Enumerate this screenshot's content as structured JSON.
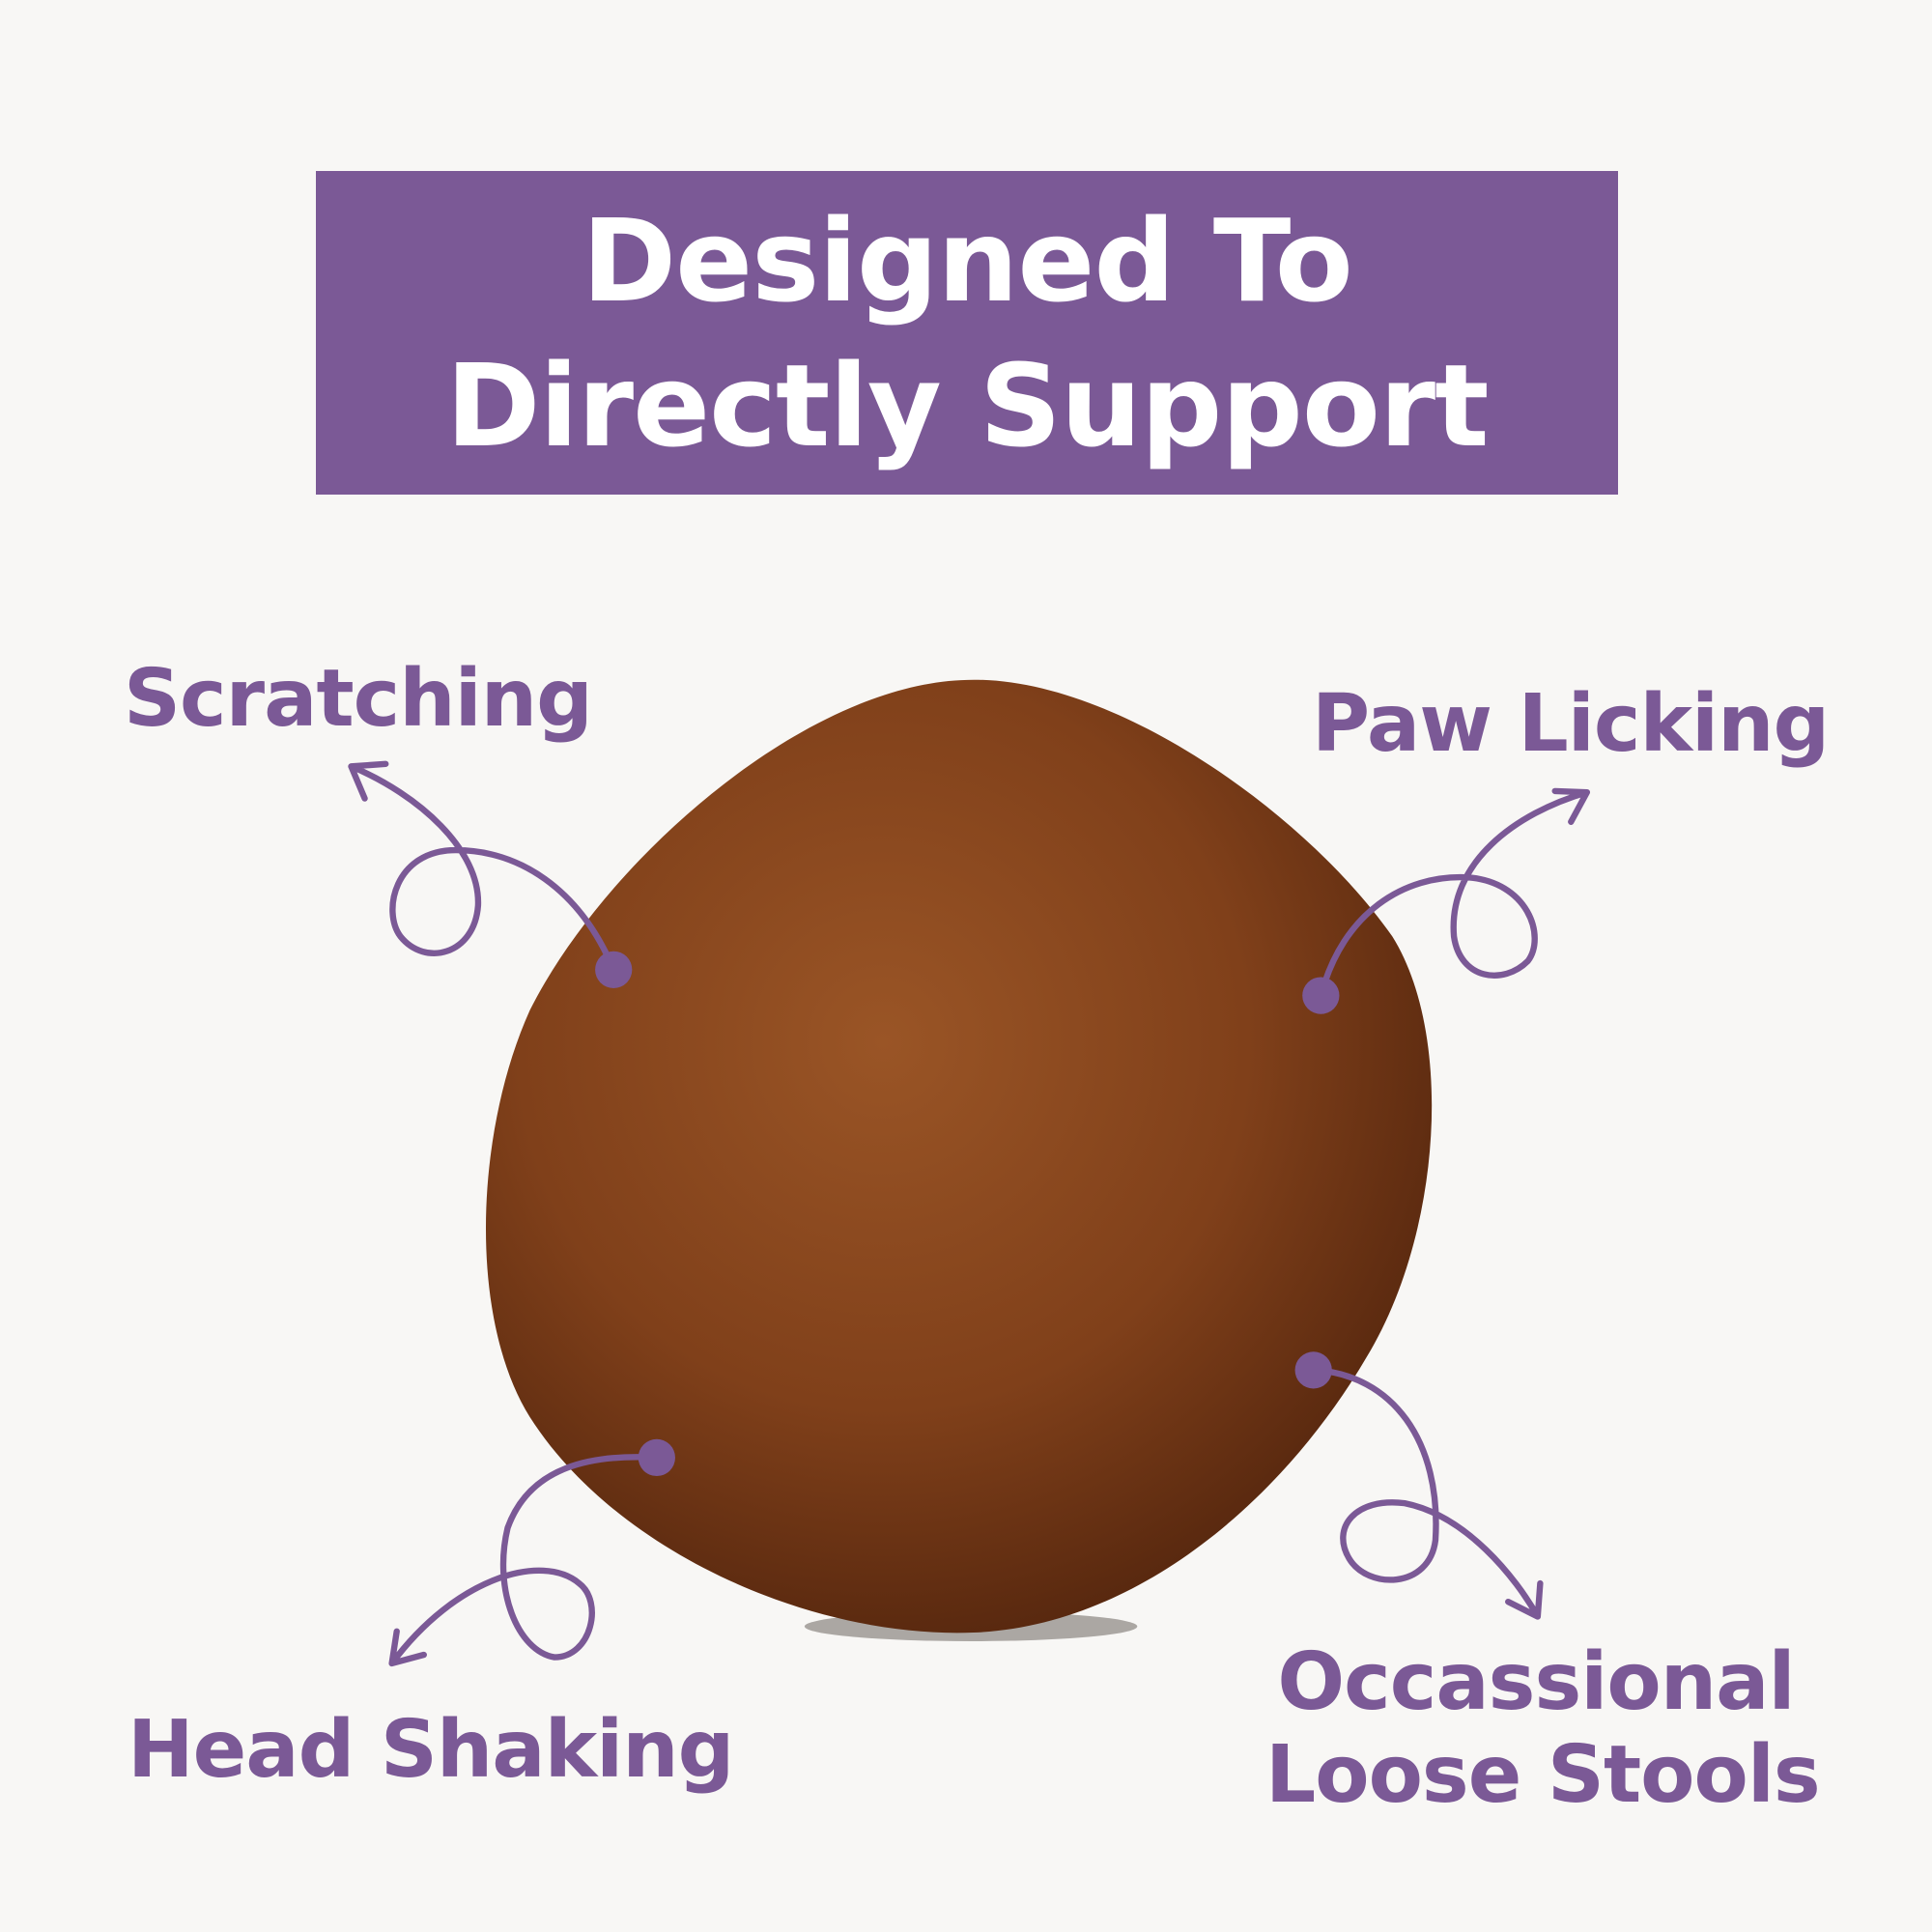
{
  "header": {
    "title_line1": "Designed To",
    "title_line2": "Directly Support"
  },
  "labels": {
    "scratching": "Scratching",
    "paw_licking": "Paw Licking",
    "head_shaking": "Head Shaking",
    "stools_line1": "Occassional",
    "stools_line2": "Loose Stools"
  },
  "colors": {
    "accent": "#7b5996",
    "background": "#f8f7f5",
    "chew": "#7a3c16"
  }
}
